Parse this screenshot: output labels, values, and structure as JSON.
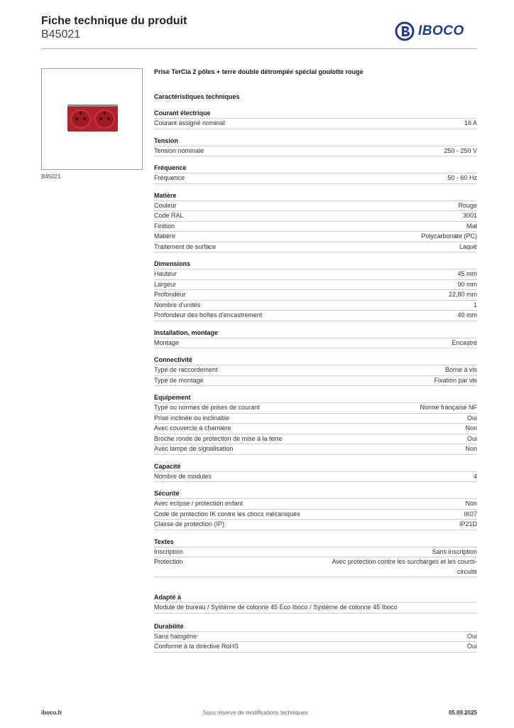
{
  "header": {
    "title": "Fiche technique du produit",
    "reference": "B45021",
    "logo_text": "IBOCO",
    "logo_color": "#1d3b8f"
  },
  "image": {
    "caption": "B45021",
    "product_color": "#b2222b"
  },
  "product_name": "Prise TerCia 2 pôles + terre double détrompée spécial goulotte rouge",
  "section_title": "Caractéristiques techniques",
  "groups": [
    {
      "title": "Courant électrique",
      "rows": [
        {
          "k": "Courant assigné nominal",
          "v": "16 A"
        }
      ]
    },
    {
      "title": "Tension",
      "rows": [
        {
          "k": "Tension nominale",
          "v": "250 - 250 V"
        }
      ]
    },
    {
      "title": "Fréquence",
      "rows": [
        {
          "k": "Fréquence",
          "v": "50 - 60 Hz"
        }
      ]
    },
    {
      "title": "Matière",
      "rows": [
        {
          "k": "Couleur",
          "v": "Rouge"
        },
        {
          "k": "Code RAL",
          "v": "3001"
        },
        {
          "k": "Finition",
          "v": "Mat"
        },
        {
          "k": "Matière",
          "v": "Polycarbonate (PC)"
        },
        {
          "k": "Traitement de surface",
          "v": "Laqué"
        }
      ]
    },
    {
      "title": "Dimensions",
      "rows": [
        {
          "k": "Hauteur",
          "v": "45 mm"
        },
        {
          "k": "Largeur",
          "v": "90 mm"
        },
        {
          "k": "Profondeur",
          "v": "22,80 mm"
        },
        {
          "k": "Nombre d'unités",
          "v": "1"
        },
        {
          "k": "Profondeur des boîtes d'encastrement",
          "v": "40 mm"
        }
      ]
    },
    {
      "title": "Installation, montage",
      "rows": [
        {
          "k": "Montage",
          "v": "Encastré"
        }
      ]
    },
    {
      "title": "Connectivité",
      "rows": [
        {
          "k": "Type de raccordement",
          "v": "Borne à vis"
        },
        {
          "k": "Type de montage",
          "v": "Fixation par vis"
        }
      ]
    },
    {
      "title": "Equipement",
      "rows": [
        {
          "k": "Type ou normes de prises de courant",
          "v": "Norme française NF"
        },
        {
          "k": "Prise inclinée ou inclinable",
          "v": "Oui"
        },
        {
          "k": "Avec couvercle à charnière",
          "v": "Non"
        },
        {
          "k": "Broche ronde de protection de mise à la terre",
          "v": "Oui"
        },
        {
          "k": "Avec lampe de signalisation",
          "v": "Non"
        }
      ]
    },
    {
      "title": "Capacité",
      "rows": [
        {
          "k": "Nombre de modules",
          "v": "4"
        }
      ]
    },
    {
      "title": "Sécurité",
      "rows": [
        {
          "k": "Avec eclipse / protection enfant",
          "v": "Non"
        },
        {
          "k": "Code de protection IK contre les chocs mécaniques",
          "v": "IK07"
        },
        {
          "k": "Classe de protection (IP)",
          "v": "IP21D"
        }
      ]
    },
    {
      "title": "Textes",
      "rows": [
        {
          "k": "Inscription",
          "v": "Sans inscription"
        },
        {
          "k": "Protection",
          "v": "Avec protection contre les surcharges et les courts-circuits"
        }
      ]
    },
    {
      "title": "Adapté à",
      "full": "Module de bureau / Système de colonne 45 Eco Iboco / Système de colonne 45 Iboco"
    },
    {
      "title": "Durabilité",
      "rows": [
        {
          "k": "Sans halogène",
          "v": "Oui"
        },
        {
          "k": "Conforme à la directive RoHS",
          "v": "Oui"
        }
      ]
    }
  ],
  "footer": {
    "left": "iboco.fr",
    "center": "Sous réserve de modifications techniques",
    "right": "05.09.2025"
  }
}
